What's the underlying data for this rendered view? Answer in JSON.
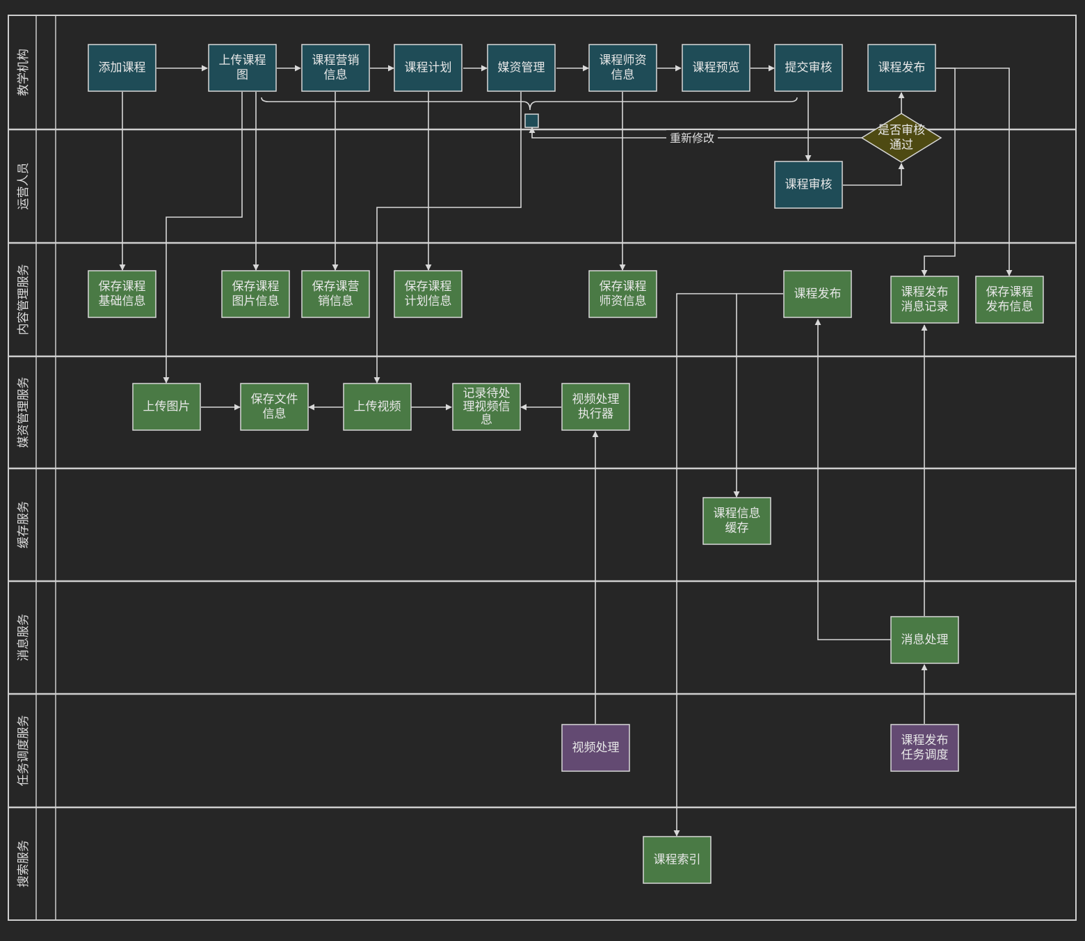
{
  "lanes": [
    {
      "id": "edu",
      "label": "教学机构"
    },
    {
      "id": "ops",
      "label": "运营人员"
    },
    {
      "id": "cms",
      "label": "内容管理服务"
    },
    {
      "id": "media",
      "label": "媒资管理服务"
    },
    {
      "id": "cache",
      "label": "缓存服务"
    },
    {
      "id": "msg",
      "label": "消息服务"
    },
    {
      "id": "sched",
      "label": "任务调度服务"
    },
    {
      "id": "search",
      "label": "搜索服务"
    }
  ],
  "colors": {
    "teal": "#1f4c57",
    "green": "#4a7a45",
    "purple": "#634a72",
    "diamond": "#4e4a12",
    "line": "#d8d8d8",
    "background": "#262626"
  },
  "nodes": [
    {
      "id": "add-course",
      "lines": [
        "添加课程"
      ],
      "color": "teal"
    },
    {
      "id": "upload-course-img",
      "lines": [
        "上传课程",
        "图"
      ],
      "color": "teal"
    },
    {
      "id": "course-marketing",
      "lines": [
        "课程营销",
        "信息"
      ],
      "color": "teal"
    },
    {
      "id": "course-plan",
      "lines": [
        "课程计划"
      ],
      "color": "teal"
    },
    {
      "id": "media-mgmt",
      "lines": [
        "媒资管理"
      ],
      "color": "teal"
    },
    {
      "id": "course-teacher",
      "lines": [
        "课程师资",
        "信息"
      ],
      "color": "teal"
    },
    {
      "id": "course-preview",
      "lines": [
        "课程预览"
      ],
      "color": "teal"
    },
    {
      "id": "submit-review",
      "lines": [
        "提交审核"
      ],
      "color": "teal"
    },
    {
      "id": "course-publish-top",
      "lines": [
        "课程发布"
      ],
      "color": "teal"
    },
    {
      "id": "course-review",
      "lines": [
        "课程审核"
      ],
      "color": "teal"
    },
    {
      "id": "review-decision",
      "lines": [
        "是否审核",
        "通过"
      ],
      "color": "diamond"
    },
    {
      "id": "save-basic",
      "lines": [
        "保存课程",
        "基础信息"
      ],
      "color": "green"
    },
    {
      "id": "save-img",
      "lines": [
        "保存课程",
        "图片信息"
      ],
      "color": "green"
    },
    {
      "id": "save-marketing",
      "lines": [
        "保存课营",
        "销信息"
      ],
      "color": "green"
    },
    {
      "id": "save-plan",
      "lines": [
        "保存课程",
        "计划信息"
      ],
      "color": "green"
    },
    {
      "id": "save-teacher",
      "lines": [
        "保存课程",
        "师资信息"
      ],
      "color": "green"
    },
    {
      "id": "course-publish-cms",
      "lines": [
        "课程发布"
      ],
      "color": "green"
    },
    {
      "id": "publish-msg-record",
      "lines": [
        "课程发布",
        "消息记录"
      ],
      "color": "green"
    },
    {
      "id": "save-publish-info",
      "lines": [
        "保存课程",
        "发布信息"
      ],
      "color": "green"
    },
    {
      "id": "upload-image",
      "lines": [
        "上传图片"
      ],
      "color": "green"
    },
    {
      "id": "save-file-info",
      "lines": [
        "保存文件",
        "信息"
      ],
      "color": "green"
    },
    {
      "id": "upload-video",
      "lines": [
        "上传视频"
      ],
      "color": "green"
    },
    {
      "id": "record-pending-video",
      "lines": [
        "记录待处",
        "理视频信",
        "息"
      ],
      "color": "green"
    },
    {
      "id": "video-executor",
      "lines": [
        "视频处理",
        "执行器"
      ],
      "color": "green"
    },
    {
      "id": "course-info-cache",
      "lines": [
        "课程信息",
        "缓存"
      ],
      "color": "green"
    },
    {
      "id": "msg-process",
      "lines": [
        "消息处理"
      ],
      "color": "green"
    },
    {
      "id": "video-process",
      "lines": [
        "视频处理"
      ],
      "color": "purple"
    },
    {
      "id": "publish-task-sched",
      "lines": [
        "课程发布",
        "任务调度"
      ],
      "color": "purple"
    },
    {
      "id": "course-index",
      "lines": [
        "课程索引"
      ],
      "color": "green"
    }
  ],
  "edge_labels": {
    "remodify": "重新修改"
  }
}
